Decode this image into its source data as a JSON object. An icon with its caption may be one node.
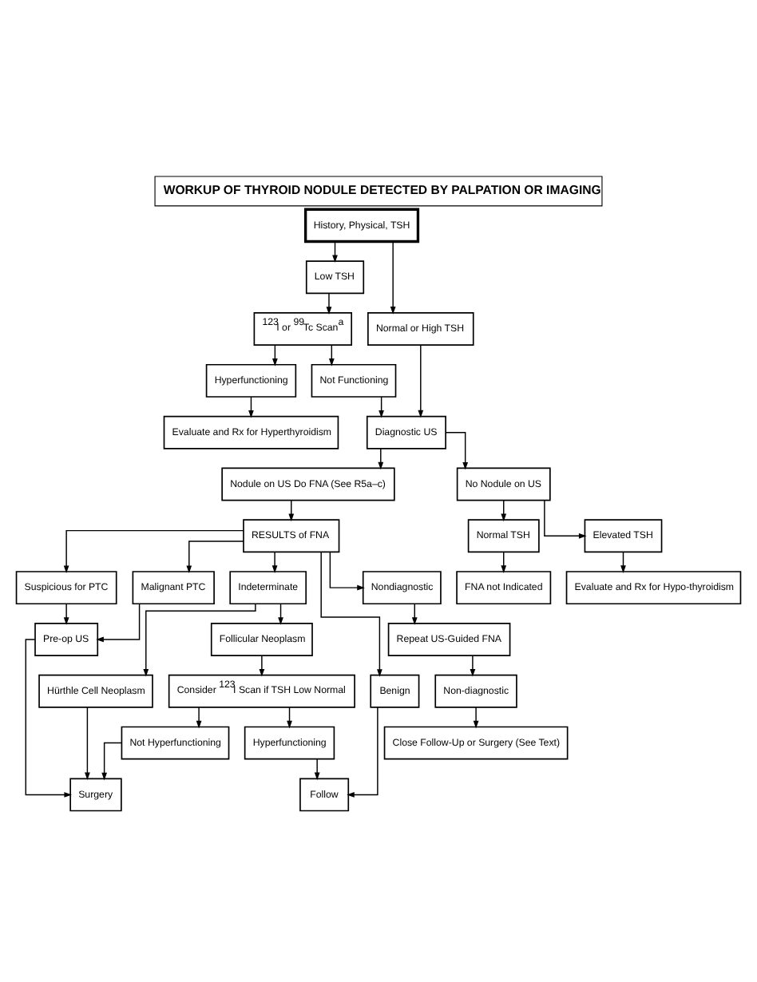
{
  "diagram": {
    "title": "WORKUP OF THYROID NODULE DETECTED BY PALPATION OR IMAGING",
    "nodes": [
      {
        "text": [
          "History, Physical, TSH"
        ]
      },
      {
        "text": [
          "Low TSH"
        ]
      },
      {
        "text": [
          "Normal or High TSH"
        ]
      },
      {
        "text": [
          "$^{123}$I or $^{99}$Tc Scan$^{a}$"
        ]
      },
      {
        "text": [
          "Not Functioning"
        ]
      },
      {
        "text": [
          "Diagnostic US"
        ]
      },
      {
        "text": [
          "Hyperfunctioning"
        ]
      },
      {
        "text": [
          "Nodule on US Do FNA (See R5a–c)"
        ]
      },
      {
        "text": [
          "No Nodule on US"
        ]
      },
      {
        "text": [
          "Evaluate and Rx for Hyperthyroidism"
        ]
      },
      {
        "text": [
          "Elevated TSH"
        ]
      },
      {
        "text": [
          "Normal TSH"
        ]
      },
      {
        "text": [
          "RESULTS of FNA"
        ]
      },
      {
        "text": [
          "Evaluate and Rx for Hypo-thyroidism"
        ]
      },
      {
        "text": [
          "FNA not Indicated"
        ]
      },
      {
        "text": [
          "Nondiagnostic"
        ]
      },
      {
        "text": [
          "Repeat US-Guided FNA"
        ]
      },
      {
        "text": [
          "Non-diagnostic"
        ]
      },
      {
        "text": [
          "Close Follow-Up or Surgery (See Text)"
        ]
      },
      {
        "text": [
          "Malignant PTC"
        ]
      },
      {
        "text": [
          "Pre-op US"
        ]
      },
      {
        "text": [
          "Surgery"
        ]
      },
      {
        "text": [
          "Suspicious for PTC"
        ]
      },
      {
        "text": [
          "Not Hyperfunctioning"
        ]
      },
      {
        "text": [
          "Hürthle Cell Neoplasm"
        ]
      },
      {
        "text": [
          "Indeterminate"
        ]
      },
      {
        "text": [
          "Consider $^{123}$I Scan if TSH Low Normal"
        ]
      },
      {
        "text": [
          "Follicular Neoplasm"
        ]
      },
      {
        "text": [
          "Benign"
        ]
      },
      {
        "text": [
          "Follow"
        ]
      },
      {
        "text": [
          "Hyperfunctioning"
        ]
      }
    ],
    "edges": [
      {
        "from": 0,
        "to": 1,
        "arrow": "to"
      },
      {
        "from": 0,
        "to": 2,
        "arrow": "to"
      },
      {
        "from": 1,
        "to": 3,
        "arrow": "to"
      },
      {
        "from": 3,
        "to": 4,
        "arrow": "to"
      },
      {
        "from": 3,
        "to": 6,
        "arrow": "to"
      },
      {
        "from": 4,
        "to": 5,
        "arrow": "to"
      },
      {
        "from": 2,
        "to": 5,
        "arrow": "to"
      },
      {
        "from": 5,
        "to": 7,
        "arrow": "to"
      },
      {
        "from": 5,
        "to": 8,
        "arrow": "to"
      },
      {
        "from": 6,
        "to": 9,
        "arrow": "to"
      },
      {
        "from": 8,
        "to": 10,
        "arrow": "to"
      },
      {
        "from": 8,
        "to": 11,
        "arrow": "to"
      },
      {
        "from": 10,
        "to": 13,
        "arrow": "to"
      },
      {
        "from": 11,
        "to": 14,
        "arrow": "to"
      },
      {
        "from": 7,
        "to": 12,
        "arrow": "to"
      },
      {
        "from": 12,
        "to": 15,
        "arrow": "to"
      },
      {
        "from": 12,
        "to": 19,
        "arrow": "to"
      },
      {
        "from": 12,
        "to": 22,
        "arrow": "to"
      },
      {
        "from": 12,
        "to": 25,
        "arrow": "to"
      },
      {
        "from": 12,
        "to": 28,
        "arrow": "to"
      },
      {
        "from": 15,
        "to": 16,
        "arrow": "to"
      },
      {
        "from": 16,
        "to": 17,
        "arrow": "to"
      },
      {
        "from": 17,
        "to": 18,
        "arrow": "to"
      },
      {
        "from": 19,
        "to": 20,
        "arrow": "to"
      },
      {
        "from": 22,
        "to": 20,
        "arrow": "to"
      },
      {
        "from": 20,
        "to": 21,
        "arrow": "to"
      },
      {
        "from": 23,
        "to": 21,
        "arrow": "to"
      },
      {
        "from": 24,
        "to": 21,
        "arrow": "to"
      },
      {
        "from": 25,
        "to": 24,
        "arrow": "to"
      },
      {
        "from": 25,
        "to": 27,
        "arrow": "to"
      },
      {
        "from": 27,
        "to": 26,
        "arrow": "to"
      },
      {
        "from": 26,
        "to": 23,
        "arrow": "to"
      },
      {
        "from": 26,
        "to": 30,
        "arrow": "to"
      },
      {
        "from": 30,
        "to": 29,
        "arrow": "to"
      },
      {
        "from": 28,
        "to": 29,
        "arrow": "to"
      }
    ]
  }
}
